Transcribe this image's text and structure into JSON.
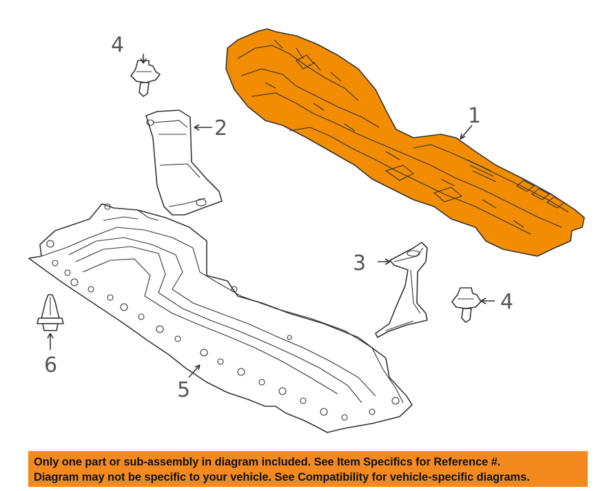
{
  "callouts": {
    "part1": "1",
    "part2": "2",
    "part3": "3",
    "part4a": "4",
    "part4b": "4",
    "part5": "5",
    "part6": "6"
  },
  "colors": {
    "highlight": "#F28C00",
    "banner": "#F48A1F",
    "outline": "#333333"
  },
  "banner": {
    "line1": "Only one part or sub-assembly in diagram included. See Item Specifics for Reference #.",
    "line2": "Diagram may not be specific to your vehicle. See Compatibility for vehicle-specific diagrams."
  }
}
